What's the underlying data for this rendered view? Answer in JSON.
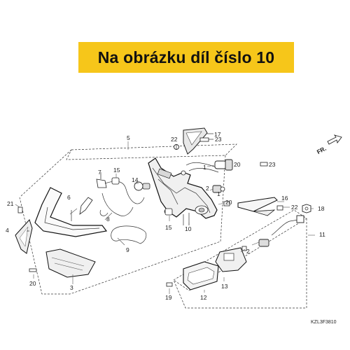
{
  "banner": {
    "text": "Na obrázku díl číslo 10"
  },
  "labels": {
    "p1a": "1",
    "p1b": "1",
    "p2": "2",
    "p3": "3",
    "p4": "4",
    "p5": "5",
    "p6": "6",
    "p7": "7",
    "p8": "8",
    "p9": "9",
    "p10": "10",
    "p11": "11",
    "p12": "12",
    "p13": "13",
    "p14": "14",
    "p15a": "15",
    "p15b": "15",
    "p16": "16",
    "p17": "17",
    "p18": "18",
    "p19": "19",
    "p20a": "20",
    "p20b": "20",
    "p20c": "20",
    "p21": "21",
    "p22a": "22",
    "p22b": "22",
    "p23a": "23",
    "p23b": "23"
  },
  "direction_label": "FR.",
  "drawing_code": "KZL3F3810",
  "colors": {
    "banner": "#f6c61a",
    "line": "#333333"
  }
}
